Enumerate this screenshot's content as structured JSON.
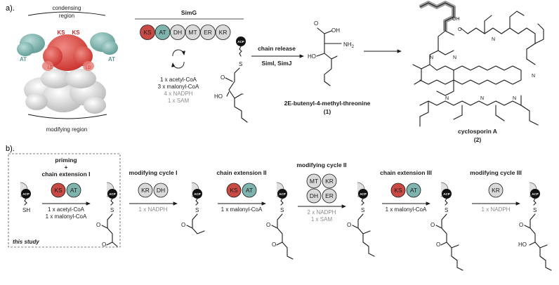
{
  "panel_a": {
    "label": "a).",
    "protein": {
      "condensing_region": "condensing\nregion",
      "modifying_region": "modifying region",
      "ks_left": "KS",
      "ks_right": "KS",
      "at_left": "AT",
      "at_right": "AT",
      "ld_left": "LD",
      "ld_right": "LD"
    },
    "simg": {
      "title": "SimG",
      "domains": [
        "KS",
        "AT",
        "DH",
        "MT",
        "ER",
        "KR"
      ],
      "acp": "ACP",
      "reagents": [
        "1 x acetyl-CoA",
        "3 x malonyl-CoA"
      ],
      "reagents_gray": [
        "4 x NADPH",
        "1 x SAM"
      ]
    },
    "release": {
      "top": "chain release",
      "bottom": "SimI, SimJ"
    },
    "product1": {
      "name": "2E-butenyl-4-methyl-threonine",
      "number": "(1)"
    },
    "product2": {
      "name": "cyclosporin A",
      "number": "(2)"
    },
    "atoms": {
      "oh": "OH",
      "nh2": "NH2",
      "ho": "HO",
      "o": "O",
      "s": "S",
      "ho_simg": "HO"
    }
  },
  "panel_b": {
    "label": "b).",
    "stages": [
      {
        "title": "priming\n+\nchain extension I",
        "domains": [
          "KS",
          "AT"
        ],
        "reagents": [
          "1 x acetyl-CoA",
          "1 x malonyl-CoA"
        ],
        "gray": []
      },
      {
        "title": "modifying cycle I",
        "domains": [
          "KR",
          "DH"
        ],
        "reagents": [],
        "gray": [
          "1 x NADPH"
        ]
      },
      {
        "title": "chain extension II",
        "domains": [
          "KS",
          "AT"
        ],
        "reagents": [
          "1 x malonyl-CoA"
        ],
        "gray": []
      },
      {
        "title": "modifying cycle II",
        "domains": [
          "MT",
          "KR",
          "DH",
          "ER"
        ],
        "reagents": [],
        "gray": [
          "2 x NADPH",
          "1 x SAM"
        ]
      },
      {
        "title": "chain extension III",
        "domains": [
          "KS",
          "AT"
        ],
        "reagents": [
          "1 x malonyl-CoA"
        ],
        "gray": []
      },
      {
        "title": "modifying cycle III",
        "domains": [
          "KR"
        ],
        "reagents": [],
        "gray": [
          "1 x NADPH"
        ]
      }
    ],
    "acp": "ACP",
    "sh": "SH",
    "s": "S",
    "o": "O",
    "ho": "HO",
    "this_study": "this study"
  },
  "colors": {
    "ks": "#c94a44",
    "at": "#7fb3ad",
    "domain_gray": "#d9d9d9",
    "acp": "#111111",
    "gray_text": "#8c8c8c"
  }
}
